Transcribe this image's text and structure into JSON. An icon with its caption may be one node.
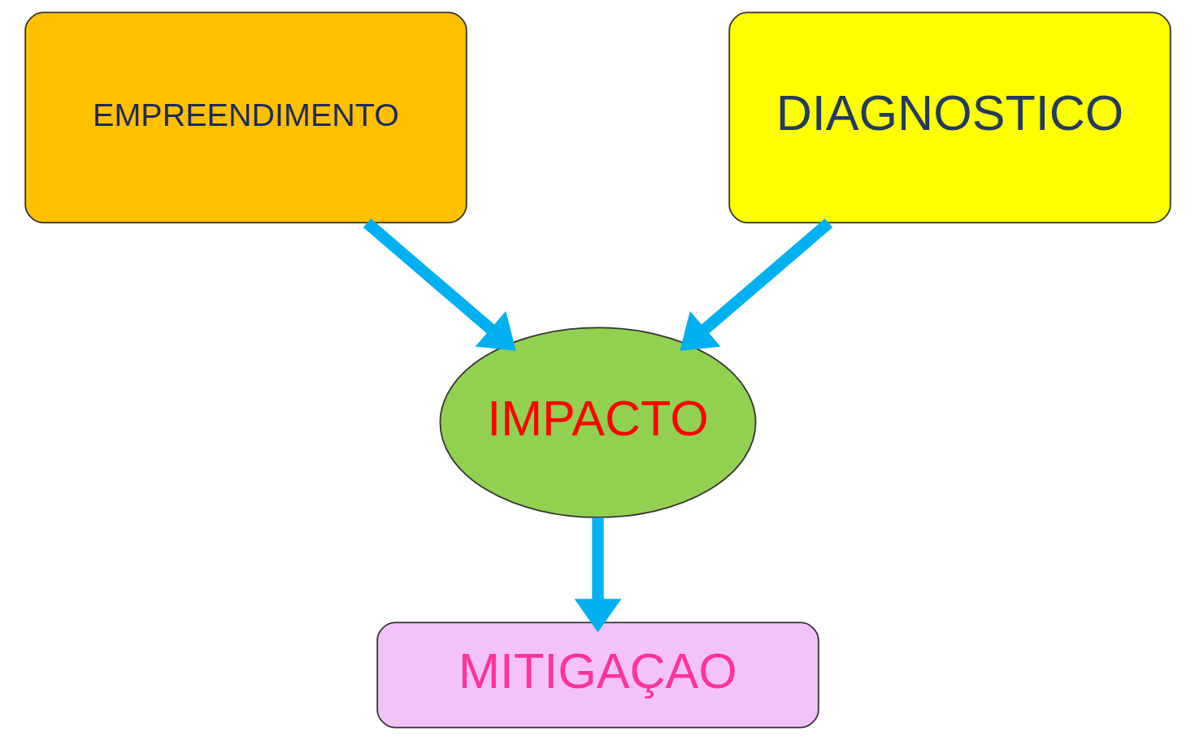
{
  "diagram": {
    "nodes": [
      {
        "text": [
          "EMPREENDIMENTO"
        ]
      },
      {
        "text": [
          "DIAGNOSTICO"
        ]
      },
      {
        "text": [
          "IMPACTO"
        ]
      },
      {
        "text": [
          "MITIGAÇAO"
        ]
      }
    ],
    "edges": [
      {
        "from": 0,
        "to": 2,
        "arrow": "to"
      },
      {
        "from": 1,
        "to": 2,
        "arrow": "to"
      },
      {
        "from": 2,
        "to": 3,
        "arrow": "to"
      }
    ]
  }
}
